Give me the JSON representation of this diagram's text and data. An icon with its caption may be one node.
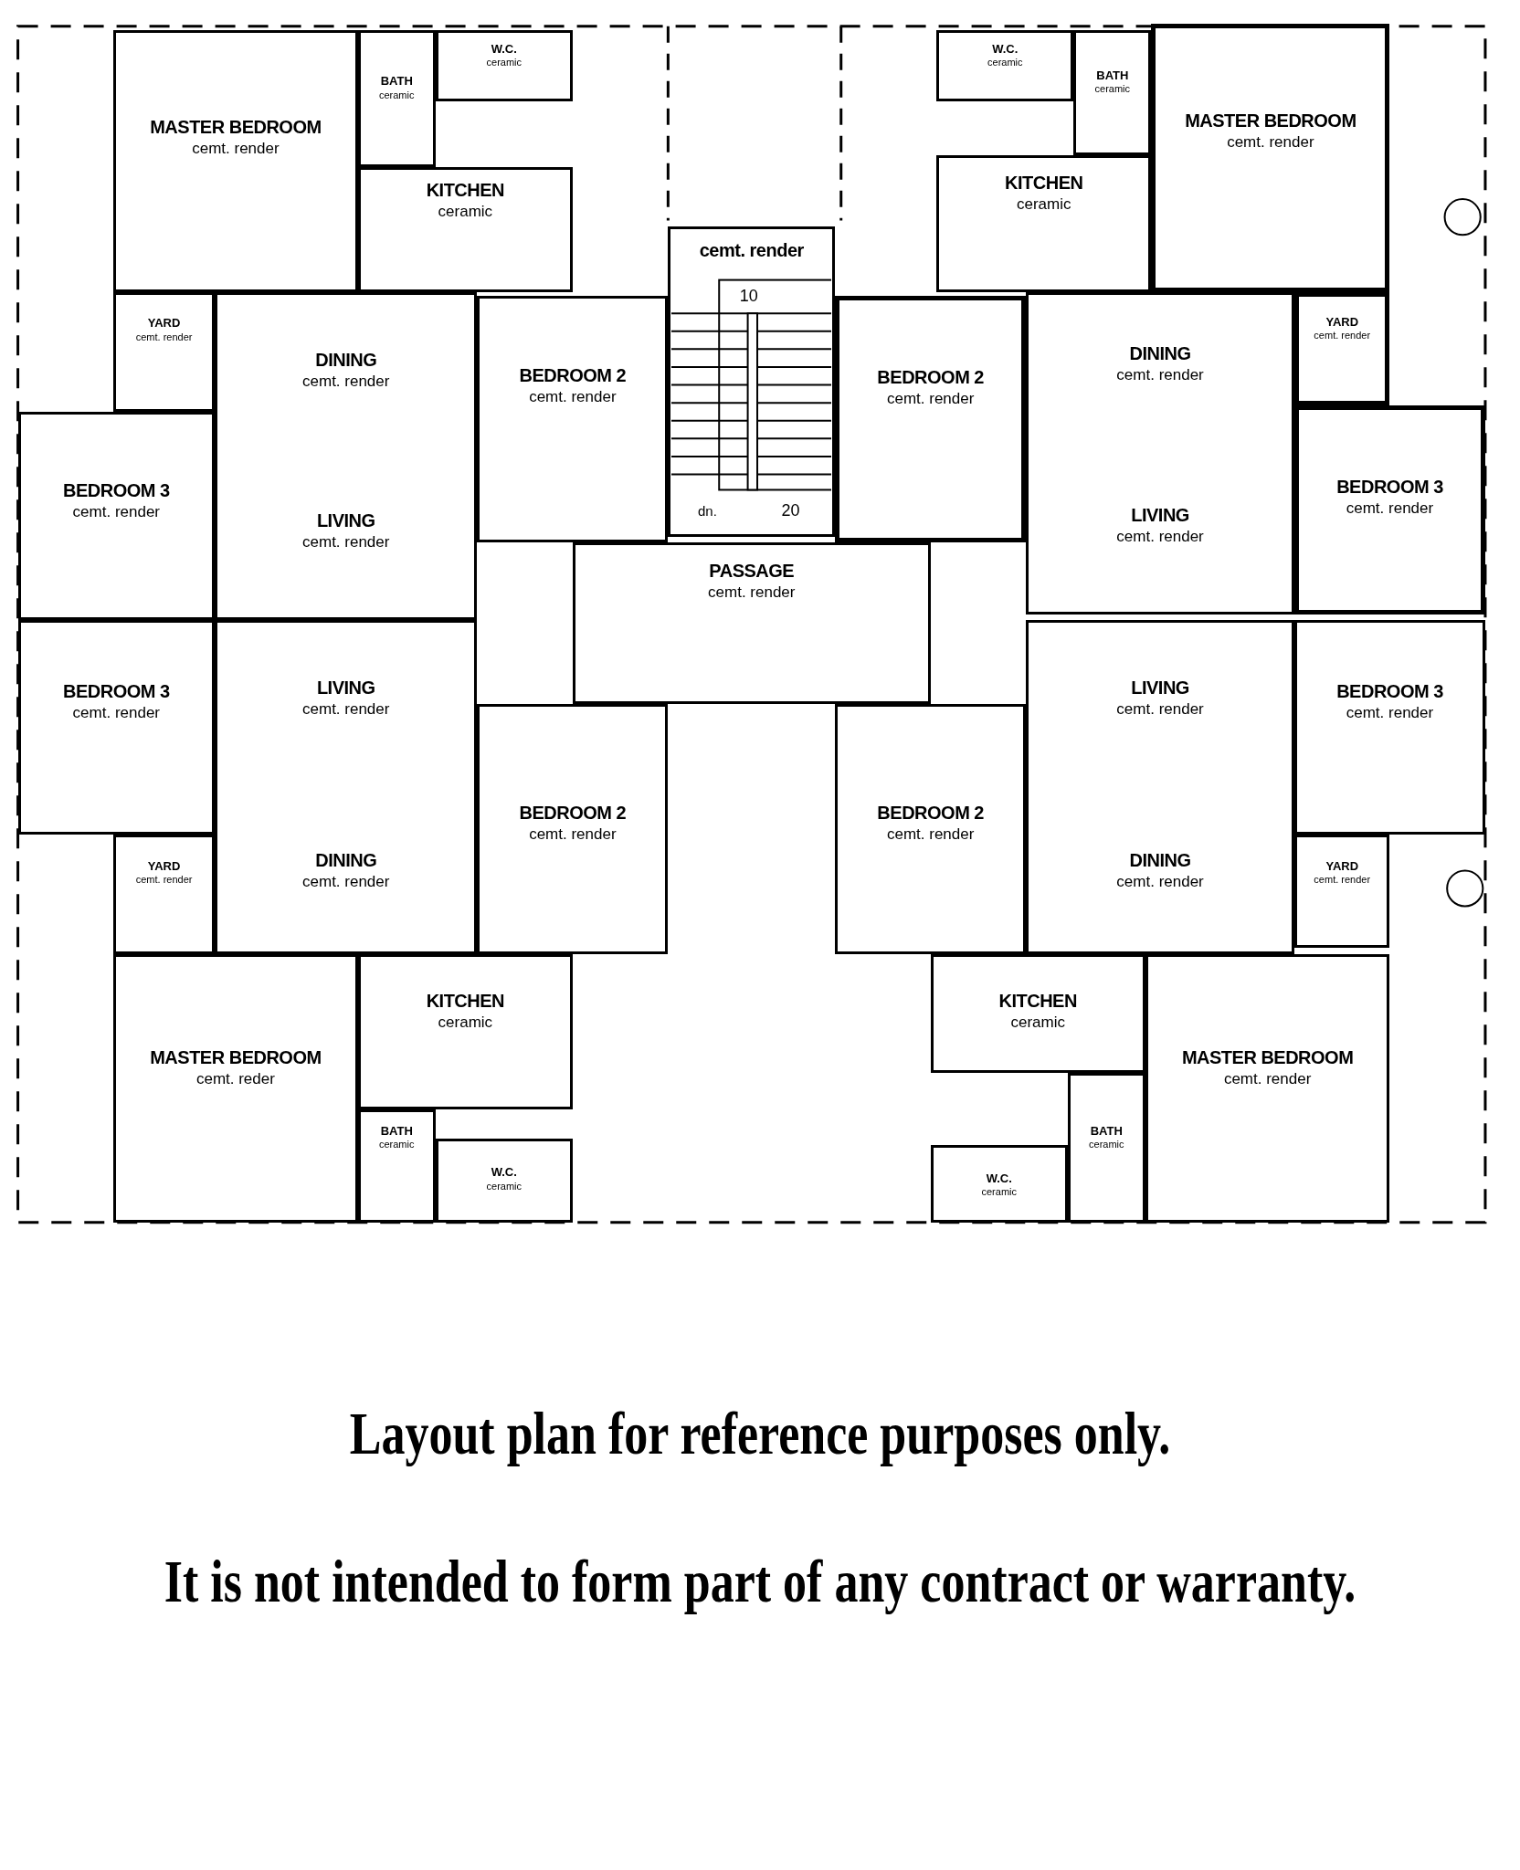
{
  "diagram": {
    "nodes": [
      {
        "text": [
          "MASTER BEDROOM",
          "cemt. render"
        ]
      },
      {
        "text": [
          "BATH",
          "ceramic"
        ]
      },
      {
        "text": [
          "W.C.",
          "ceramic"
        ]
      },
      {
        "text": [
          "KITCHEN",
          "ceramic"
        ]
      },
      {
        "text": [
          "YARD",
          "cemt. render"
        ]
      },
      {
        "text": [
          "DINING",
          "cemt. render",
          "LIVING",
          "cemt. render"
        ]
      },
      {
        "text": [
          "BEDROOM 2",
          "cemt. render"
        ]
      },
      {
        "text": [
          "BEDROOM 3",
          "cemt. render"
        ]
      },
      {
        "text": [
          "cemt. render"
        ]
      },
      {
        "text": [
          "PASSAGE",
          "cemt. render"
        ]
      },
      {
        "text": [
          "W.C.",
          "ceramic"
        ]
      },
      {
        "text": [
          "BATH",
          "ceramic"
        ]
      },
      {
        "text": [
          "KITCHEN",
          "ceramic"
        ]
      },
      {
        "text": [
          "MASTER BEDROOM",
          "cemt. render"
        ]
      },
      {
        "text": [
          "BEDROOM 2",
          "cemt. render"
        ]
      },
      {
        "text": [
          "DINING",
          "cemt. render",
          "LIVING",
          "cemt. render"
        ]
      },
      {
        "text": [
          "YARD",
          "cemt. render"
        ]
      },
      {
        "text": [
          "BEDROOM 3",
          "cemt. render"
        ]
      },
      {
        "text": [
          "BEDROOM 3",
          "cemt. render"
        ]
      },
      {
        "text": [
          "LIVING",
          "cemt. render",
          "DINING",
          "cemt. render"
        ]
      },
      {
        "text": [
          "BEDROOM 2",
          "cemt. render"
        ]
      },
      {
        "text": [
          "YARD",
          "cemt. render"
        ]
      },
      {
        "text": [
          "MASTER BEDROOM",
          "cemt. reder"
        ]
      },
      {
        "text": [
          "KITCHEN",
          "ceramic"
        ]
      },
      {
        "text": [
          "BATH",
          "ceramic"
        ]
      },
      {
        "text": [
          "W.C.",
          "ceramic"
        ]
      },
      {
        "text": [
          "LIVING",
          "cemt. render",
          "DINING",
          "cemt. render"
        ]
      },
      {
        "text": [
          "BEDROOM 3",
          "cemt. render"
        ]
      },
      {
        "text": [
          "BEDROOM 2",
          "cemt. render"
        ]
      },
      {
        "text": [
          "YARD",
          "cemt. render"
        ]
      },
      {
        "text": [
          "KITCHEN",
          "ceramic"
        ]
      },
      {
        "text": [
          "MASTER BEDROOM",
          "cemt. render"
        ]
      },
      {
        "text": [
          "BATH",
          "ceramic"
        ]
      },
      {
        "text": [
          "W.C.",
          "ceramic"
        ]
      }
    ],
    "labels": [
      "10",
      "dn.",
      "20",
      "Layout plan for reference purposes only.",
      "It is not intended to form part of any contract or warranty."
    ]
  }
}
